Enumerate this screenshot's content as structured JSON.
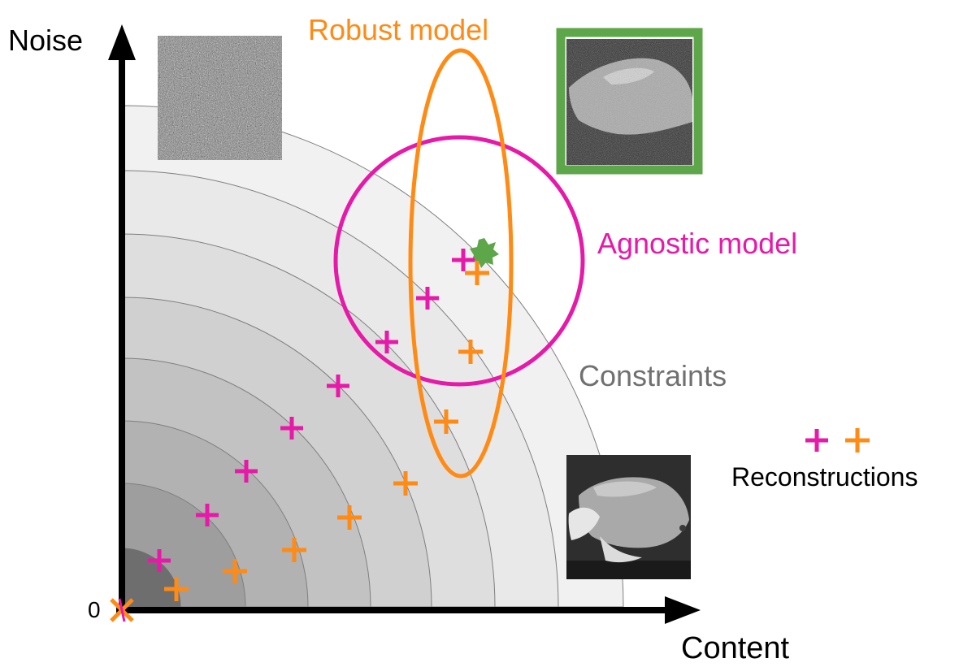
{
  "labels": {
    "noise_axis": "Noise",
    "content_axis": "Content",
    "origin": "0",
    "robust_model": "Robust model",
    "agnostic_model": "Agnostic model",
    "constraints": "Constraints",
    "reconstructions": "Reconstructions"
  },
  "colors": {
    "magenta": "#e619a8",
    "orange": "#ff8a14",
    "green": "#5ea64a",
    "constraints_text": "#707070"
  },
  "images": {
    "noise_only": "pure-noise-image",
    "noisy_fish": "noisy-goldfish-image",
    "clean_fish": "clean-goldfish-image"
  }
}
